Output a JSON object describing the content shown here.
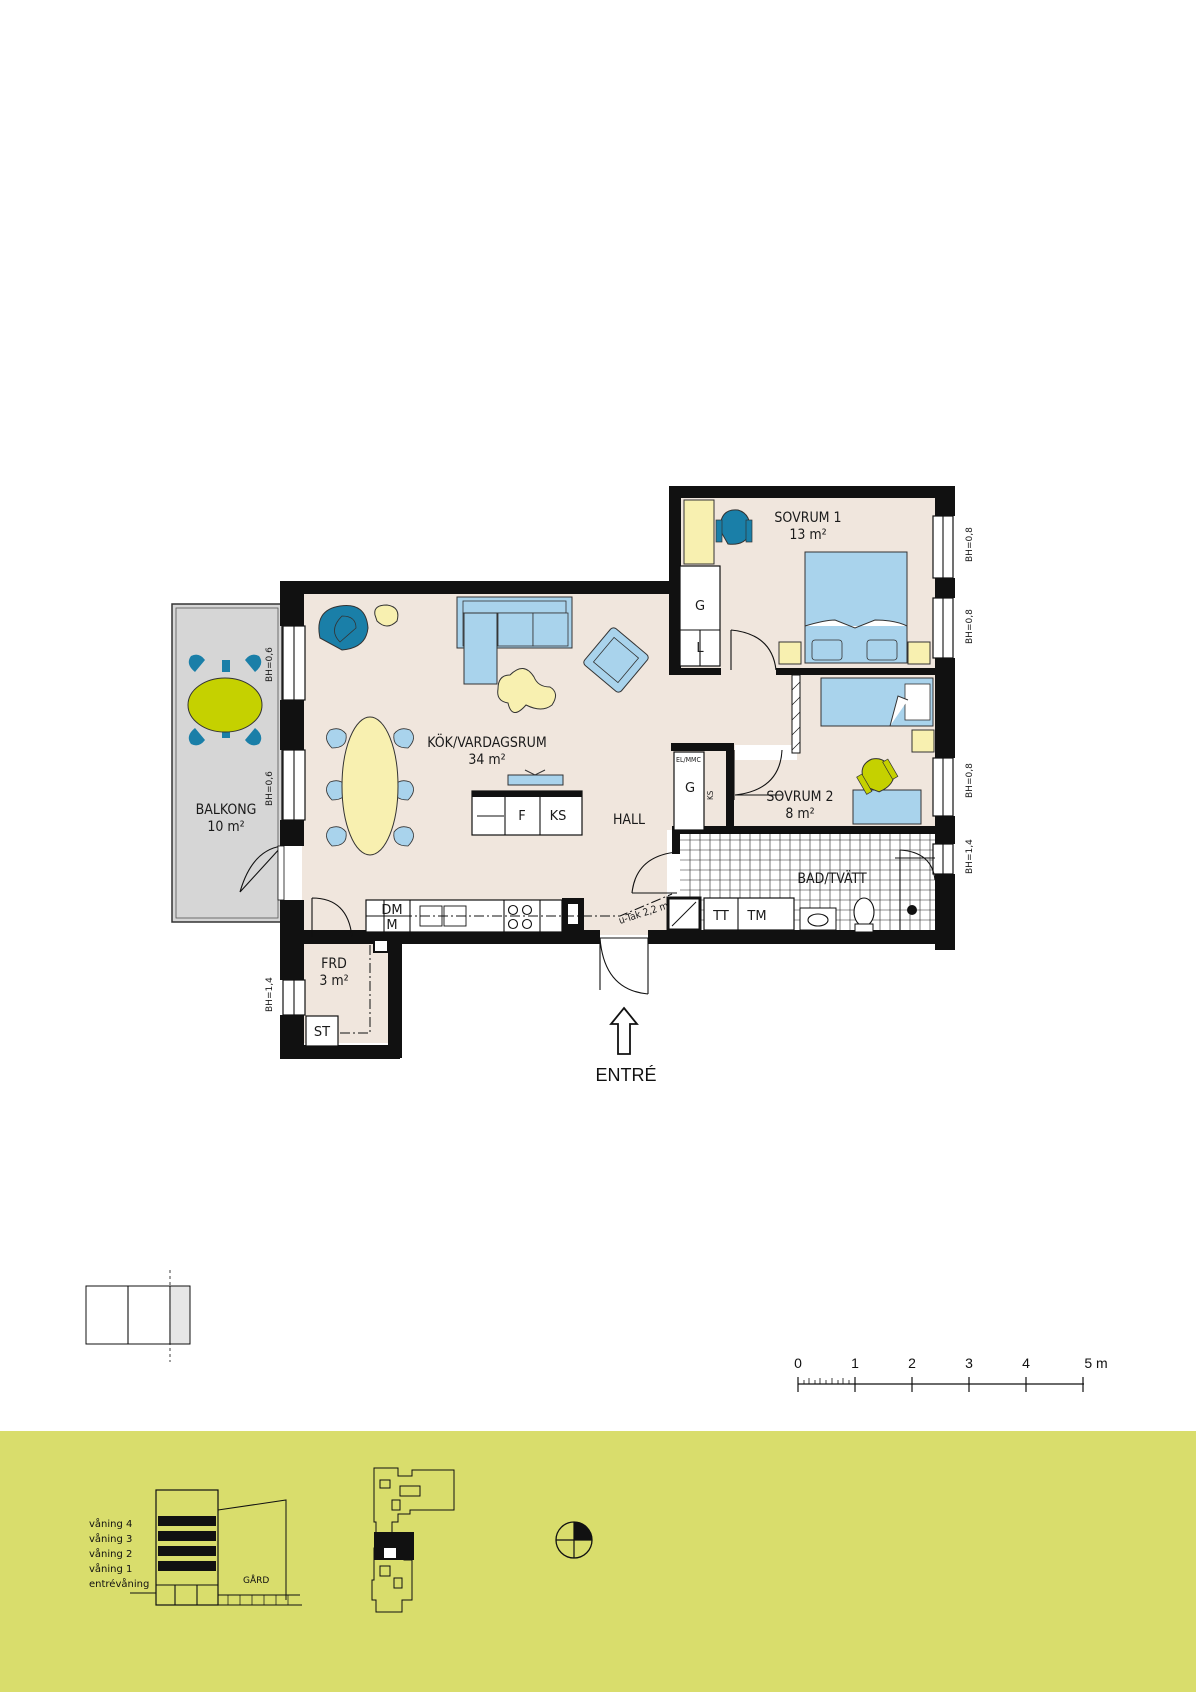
{
  "rooms": {
    "kok": {
      "name": "KÖK/VARDAGSRUM",
      "area": "34 m²"
    },
    "sovrum1": {
      "name": "SOVRUM 1",
      "area": "13 m²"
    },
    "sovrum2": {
      "name": "SOVRUM 2",
      "area": "8 m²"
    },
    "balkong": {
      "name": "BALKONG",
      "area": "10 m²"
    },
    "frd": {
      "name": "FRD",
      "area": "3 m²"
    },
    "hall": {
      "name": "HALL"
    },
    "bad": {
      "name": "BAD/TVÄTT"
    }
  },
  "fixtures": {
    "g1": "G",
    "l1": "L",
    "g2": "G",
    "f": "F",
    "ks": "KS",
    "dm": "DM",
    "m": "M",
    "tt": "TT",
    "tm": "TM",
    "st": "ST",
    "elmmc": "EL/MMC",
    "ks2": "KS",
    "utak": "u-Tak 2,2 m"
  },
  "window_heights": {
    "bal1": "BH=0,6",
    "bal2": "BH=0,6",
    "s1a": "BH=0,8",
    "s1b": "BH=0,8",
    "s2": "BH=0,8",
    "bad": "BH=1,4",
    "frd": "BH=1,4"
  },
  "entrance": "ENTRÉ",
  "scale": {
    "ticks": [
      "0",
      "1",
      "2",
      "3",
      "4",
      "5 m"
    ]
  },
  "section": {
    "floors": [
      "våning  4",
      "våning  3",
      "våning  2",
      "våning  1",
      "entrévåning"
    ],
    "gard": "GÅRD"
  },
  "colors": {
    "floor": "#f0e6dd",
    "balcony": "#d6d6d6",
    "furniture_blue": "#a9d3ec",
    "accent_teal": "#1a7fa8",
    "accent_lime": "#c5d100",
    "accent_yellow": "#f8f0b0",
    "footer": "#d9dd6c"
  }
}
